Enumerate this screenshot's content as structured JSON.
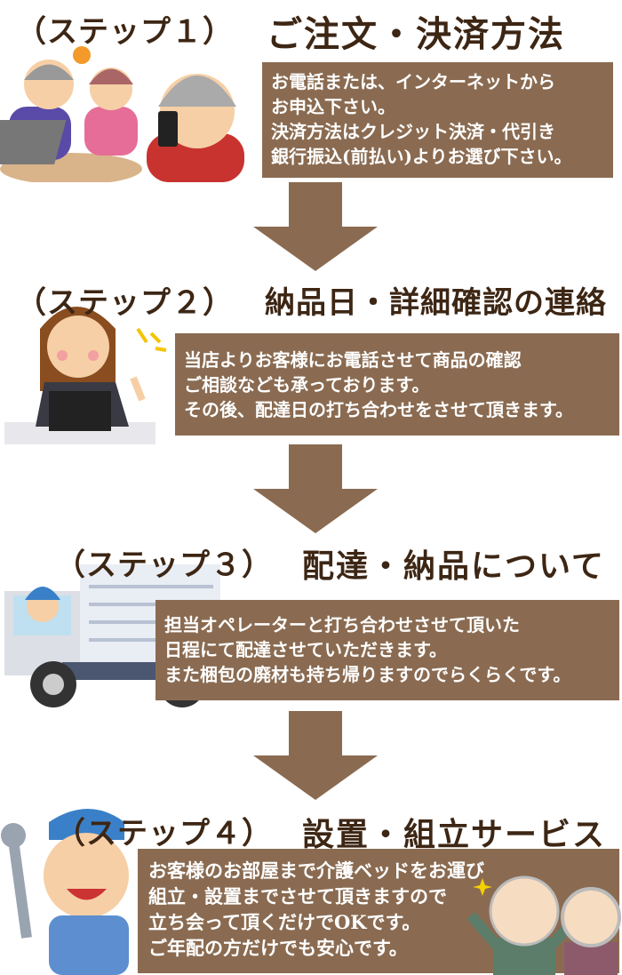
{
  "colors": {
    "box": "#8a6b51",
    "arrow": "#8a6b51",
    "title": "#3d2614"
  },
  "steps": [
    {
      "label": "（ステップ１）",
      "heading": "ご注文・決済方法",
      "lines": [
        "お電話または、インターネットから",
        "お申込下さい。",
        "決済方法はクレジット決済・代引き",
        "銀行振込(前払い)よりお選び下さい。"
      ]
    },
    {
      "label": "（ステップ２）",
      "heading": "納品日・詳細確認の連絡",
      "lines": [
        "当店よりお客様にお電話させて商品の確認",
        "ご相談なども承っております。",
        "その後、配達日の打ち合わせをさせて頂きます。"
      ]
    },
    {
      "label": "（ステップ３）",
      "heading": "配達・納品について",
      "lines": [
        "担当オペレーターと打ち合わせさせて頂いた",
        "日程にて配達させていただきます。",
        "また梱包の廃材も持ち帰りますのでらくらくです。"
      ]
    },
    {
      "label": "（ステップ４）",
      "heading": "設置・組立サービス",
      "lines": [
        "お客様のお部屋まで介護ベッドをお運び",
        "組立・設置までさせて頂きますので",
        "立ち会って頂くだけでOKです。",
        "ご年配の方だけでも安心です。"
      ]
    }
  ]
}
